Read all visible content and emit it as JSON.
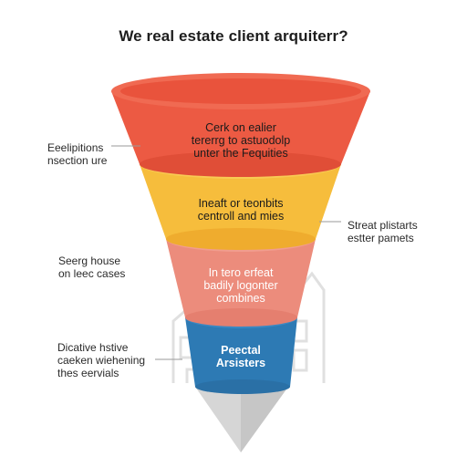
{
  "title": "We real estate client arquiterr?",
  "colors": {
    "tier1": "#ec5a43",
    "tier2": "#f6bd3c",
    "tier3": "#ec8c7c",
    "tier4": "#2d7ab4",
    "tip": "#d4d4d4",
    "building": "#d9d9d9"
  },
  "tiers": [
    {
      "text": [
        "Cerk on ealier",
        "tererrg to astuodolp",
        "unter the Fequities"
      ]
    },
    {
      "text": [
        "Ineaft or teonbits",
        "centroll and mies"
      ]
    },
    {
      "text": [
        "In tero erfeat",
        "badily logonter",
        "combines"
      ]
    },
    {
      "text": [
        "Peectal",
        "Arsisters"
      ]
    }
  ],
  "labels": {
    "left_1": [
      "Eeelipitions",
      "nsection ure"
    ],
    "right_2": [
      "Streat plistarts",
      "estter pamets"
    ],
    "left_3": [
      "Seerg house",
      "on leec cases"
    ],
    "left_4": [
      "Dicative hstive",
      "caeken wiehening",
      "thes eervials"
    ]
  },
  "icons": {
    "background": "house-outline-icon"
  }
}
